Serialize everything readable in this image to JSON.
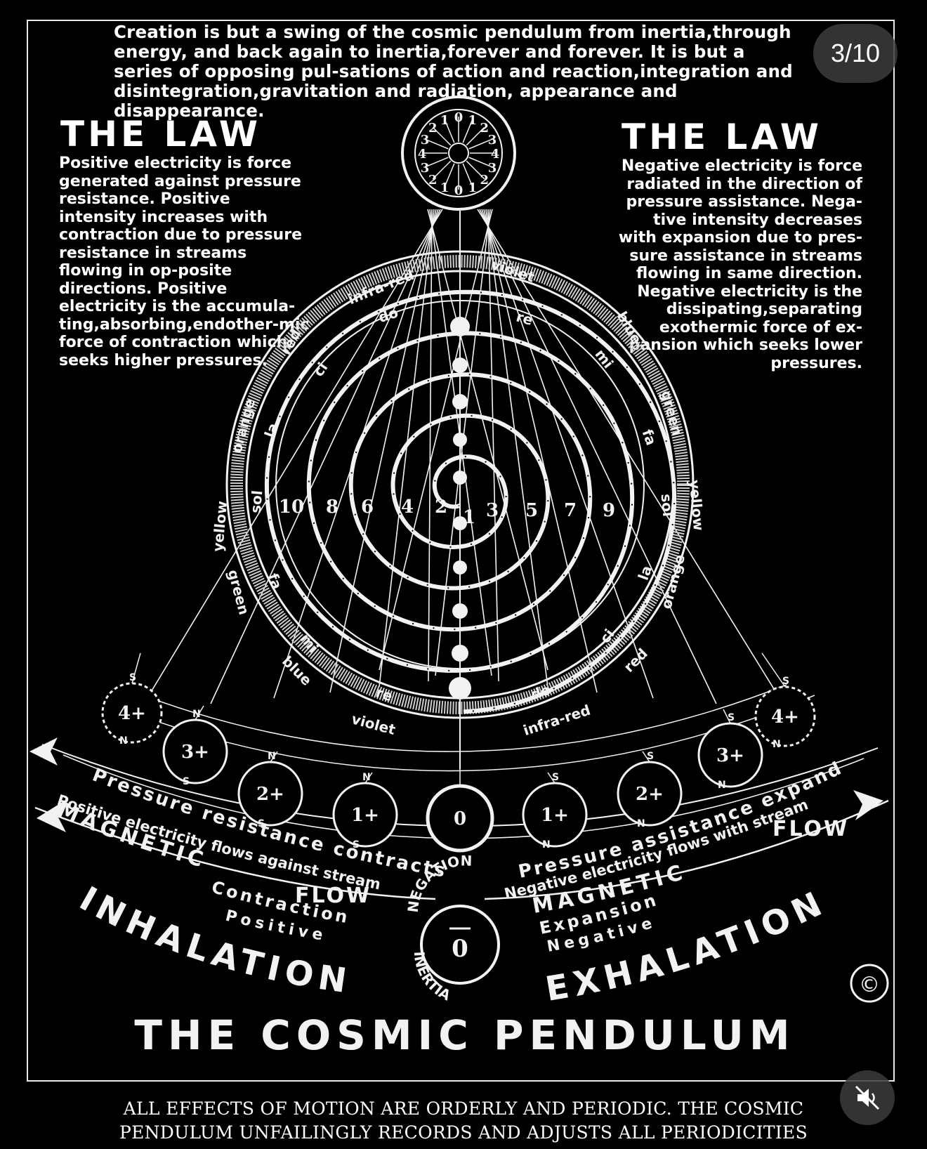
{
  "intro": "Creation is but a swing of the cosmic pendulum from inertia,through energy, and back again to inertia,forever and forever. It is but a series of opposing pul-sations of action and reaction,integration and disintegration,gravitation and radiation, appearance and disappearance.",
  "law_left": {
    "title": "THE LAW",
    "text": "Positive electricity is force generated against pressure resistance. Positive intensity increases with contraction due to pressure resistance in streams flowing in op-posite directions. Positive electricity is the accumula-ting,absorbing,endother-mic force of contraction which seeks higher pressures."
  },
  "law_right": {
    "title": "THE LAW",
    "text": "Negative electricity is force radiated in the direction of pressure assistance. Nega-tive intensity decreases with expansion due to pres-sure assistance in streams flowing in same direction. Negative electricity is the dissipating,separating exothermic force of ex-pansion which seeks lower pressures."
  },
  "top_dial": {
    "outer_numbers": [
      "0",
      "1",
      "2",
      "3",
      "4",
      "3",
      "2",
      "1",
      "0",
      "1",
      "2",
      "3",
      "4",
      "3",
      "2",
      "1"
    ]
  },
  "spectrum_labels": {
    "upper": [
      "infra-red",
      "violet",
      "do",
      "re",
      "red",
      "blue",
      "ci",
      "mi",
      "orange",
      "green",
      "la",
      "fa",
      "yellow",
      "yellow",
      "sol",
      "sol"
    ],
    "lower": [
      "green",
      "orange",
      "fa",
      "la",
      "mi",
      "ci",
      "blue",
      "red",
      "re",
      "do",
      "violet",
      "infra-red"
    ]
  },
  "spiral_numbers": [
    "10",
    "8",
    "6",
    "4",
    "2",
    "1",
    "3",
    "5",
    "7",
    "9"
  ],
  "pendulum_balls": [
    {
      "label": "4+",
      "pole_top": "S",
      "pole_bottom": "N"
    },
    {
      "label": "3+",
      "pole_top": "N",
      "pole_bottom": "S"
    },
    {
      "label": "2+",
      "pole_top": "N",
      "pole_bottom": "S"
    },
    {
      "label": "1+",
      "pole_top": "N",
      "pole_bottom": "S"
    },
    {
      "label": "0",
      "pole_top": "",
      "pole_bottom": ""
    },
    {
      "label": "1+",
      "pole_top": "S",
      "pole_bottom": "N"
    },
    {
      "label": "2+",
      "pole_top": "S",
      "pole_bottom": "N"
    },
    {
      "label": "3+",
      "pole_top": "S",
      "pole_bottom": "N"
    },
    {
      "label": "4+",
      "pole_top": "S",
      "pole_bottom": "N"
    }
  ],
  "arc_text": {
    "left_outer": "Pressure resistance contracts.",
    "left_inner": "Positive electricity flows against stream",
    "left_magnetic": "MAGNETIC",
    "left_flow": "FLOW",
    "left_contraction": "Contraction",
    "left_positive": "Positive",
    "right_outer": "Pressure assistance expands",
    "right_inner": "Negative electricity flows with stream",
    "right_magnetic": "MAGNETIC",
    "right_flow": "FLOW",
    "right_expansion": "Expansion",
    "right_negative": "Negative",
    "negation": "NEGATION",
    "inertia": "INERTIA",
    "zero": "0",
    "inhalation": "INHALATION",
    "exhalation": "EXHALATION"
  },
  "main_title": "THE COSMIC PENDULUM",
  "copyright_mark": "©",
  "footer": [
    "ALL EFFECTS OF MOTION ARE ORDERLY AND PERIODIC. THE COSMIC",
    "PENDULUM UNFAILINGLY RECORDS AND ADJUSTS ALL PERIODICITIES"
  ],
  "overlay": {
    "counter": "3/10",
    "mute_icon": "muted-speaker-icon"
  },
  "colors": {
    "background": "#000000",
    "ink": "#f2f2f2"
  }
}
